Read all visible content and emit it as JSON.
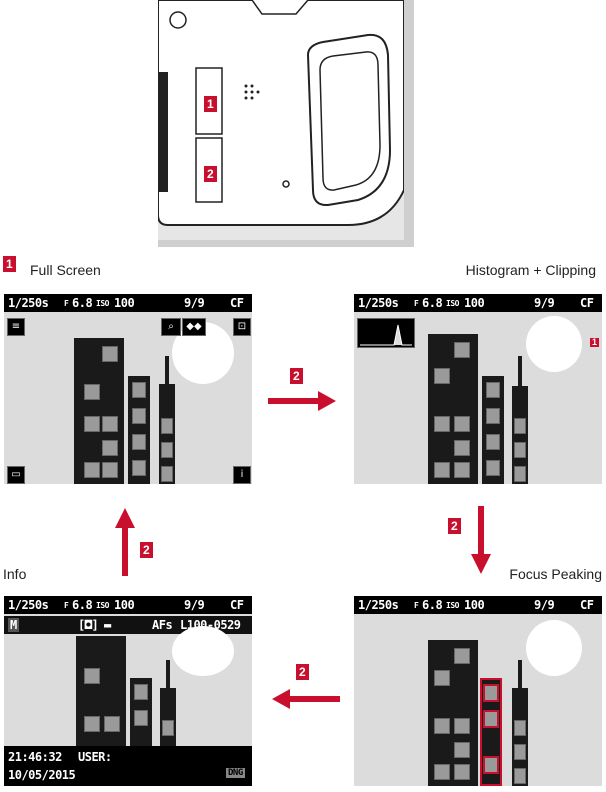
{
  "camera_badges": {
    "one": "1",
    "two": "2"
  },
  "modes": {
    "full_screen": {
      "badge": "1",
      "label": "Full Screen"
    },
    "histogram": {
      "label": "Histogram + Clipping"
    },
    "focus_peaking": {
      "label": "Focus Peaking"
    },
    "info": {
      "label": "Info"
    }
  },
  "arrow_badge": "2",
  "status": {
    "shutter": "1/250s",
    "aperture_prefix": "F",
    "aperture": "6.8",
    "iso_prefix": "ISO",
    "iso": "100",
    "count": "9/9",
    "card": "CF"
  },
  "info_bar": {
    "mode": "M",
    "af": "AFs",
    "file": "L100-0529",
    "time": "21:46:32",
    "user": "USER:",
    "date": "10/05/2015"
  },
  "clip_marker": "1",
  "colors": {
    "accent": "#c8102e",
    "screen_bg": "#dcdcdc"
  }
}
